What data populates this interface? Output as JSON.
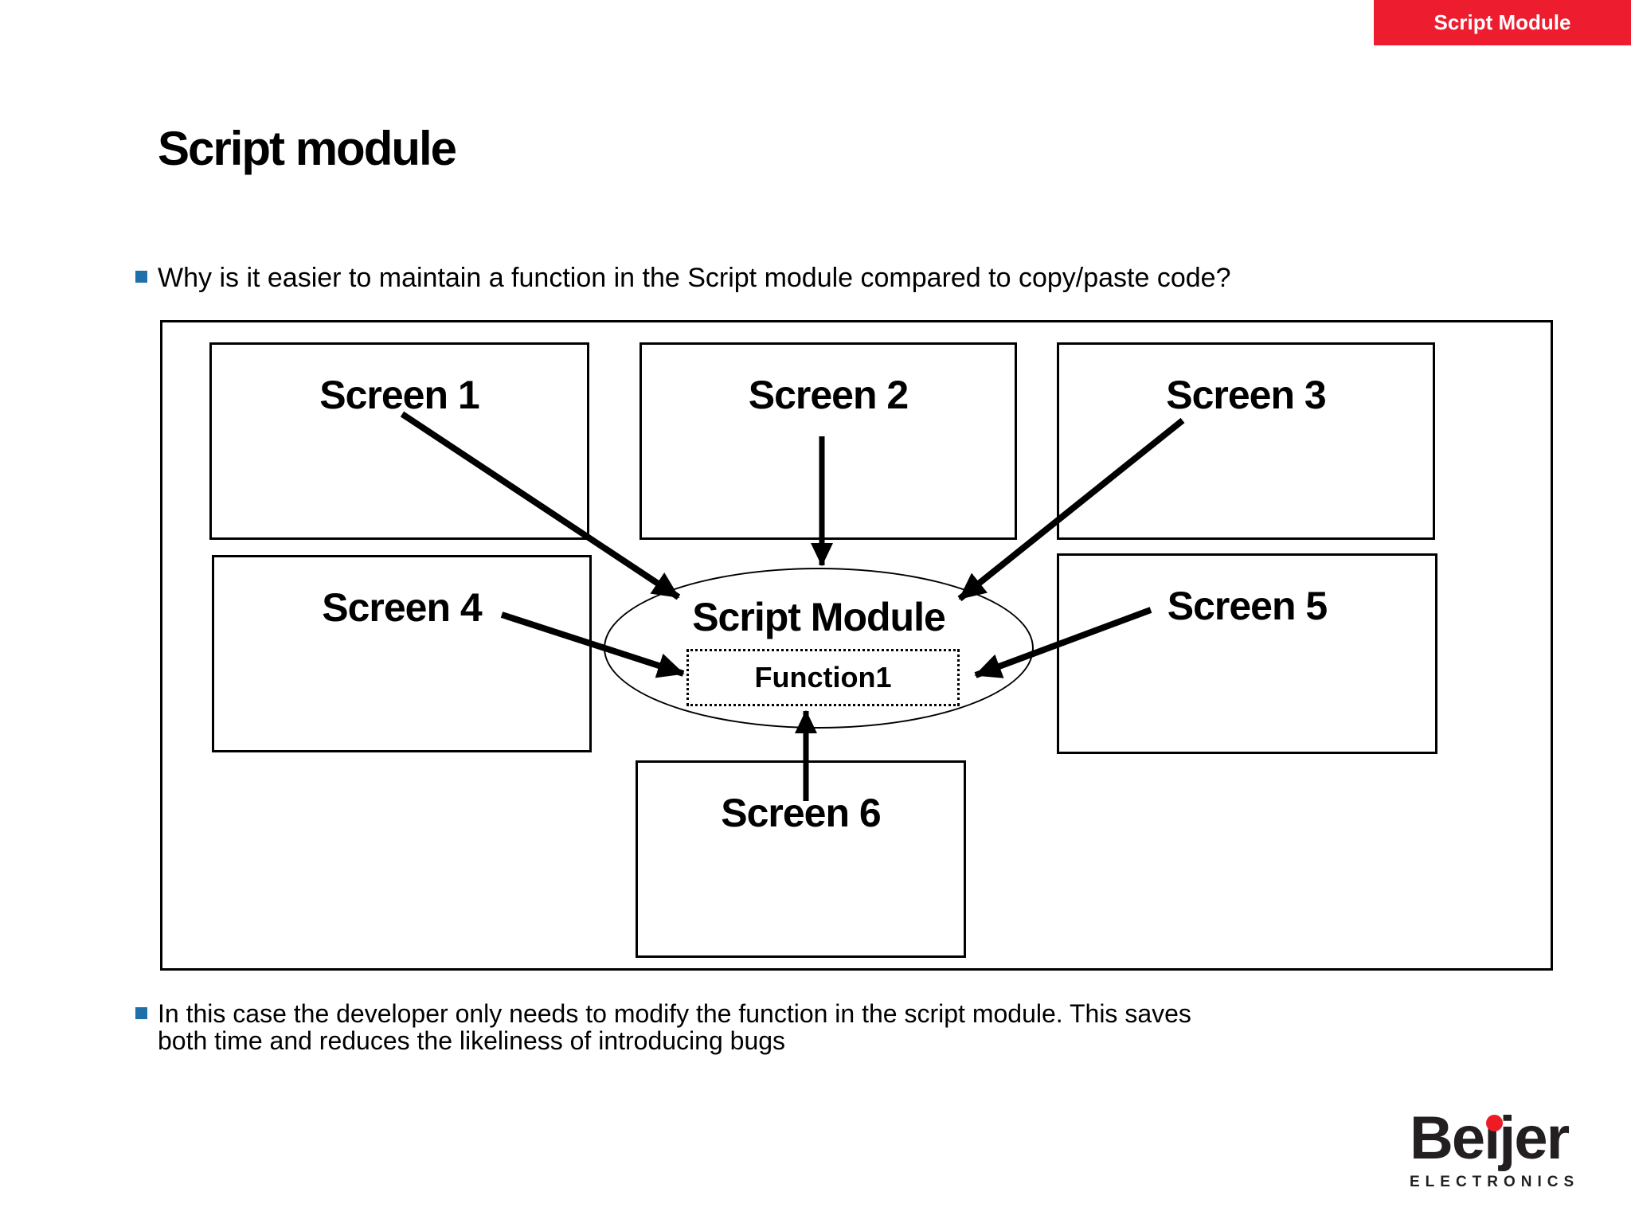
{
  "banner": {
    "label": "Script Module",
    "bg_color": "#ED1C2E",
    "text_color": "#FFFFFF"
  },
  "slide": {
    "title": "Script module",
    "bullet_question": "Why is it easier to maintain a function in the Script module compared to copy/paste code?",
    "bullet_answer_line1": "In this case the developer only needs to modify the function in the script module. This saves",
    "bullet_answer_line2": "both time and reduces the likeliness of introducing bugs",
    "bullet_color": "#1F70A9"
  },
  "diagram": {
    "screens": [
      "Screen 1",
      "Screen 2",
      "Screen 3",
      "Screen 4",
      "Screen 5",
      "Screen 6"
    ],
    "module_label": "Script Module",
    "function_label": "Function1",
    "arrows": [
      "Screen 1 to Script Module",
      "Screen 2 to Script Module",
      "Screen 3 to Script Module",
      "Screen 4 to Function1",
      "Screen 5 to Function1",
      "Screen 6 to Function1"
    ]
  },
  "logo": {
    "brand_part1": "Be",
    "brand_part2": "ı",
    "brand_part3": "jer",
    "subtitle": "ELECTRONICS",
    "text_color": "#231F20",
    "dot_color": "#ED1C24"
  }
}
